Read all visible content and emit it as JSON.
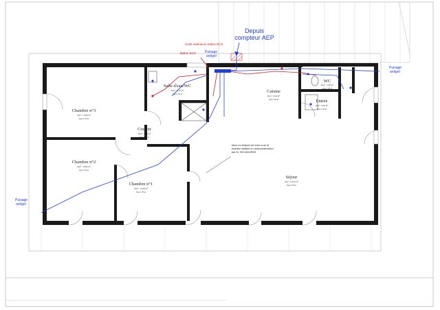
{
  "top_annotation": {
    "line1": "Depuis",
    "line2": "compteur AEP"
  },
  "red_labels": {
    "outdoor_unit": "Unité extérieure ballon ECS",
    "ballon": "Ballon ECS"
  },
  "puisage": {
    "center": {
      "line1": "Puisage",
      "line2": "antigel"
    },
    "right": {
      "line1": "Puisage",
      "line2": "antigel"
    },
    "left": {
      "line1": "Puisage",
      "line2": "antigel"
    }
  },
  "rooms": {
    "sdb": {
      "name": "Salle d'eau/WC",
      "surf": "Surf : 6.70 m²",
      "hsp": "hsp 2.70 m"
    },
    "cuisine": {
      "name": "Cuisine",
      "surf": "Surf : 9.44 m²",
      "hsp": "hsp 2.70 m"
    },
    "wc": {
      "name": "WC",
      "surf": "Surf : 1.83 m²",
      "hsp": "hsp 2.70 m"
    },
    "entree": {
      "name": "Entrée",
      "surf": "Surf : 3.00 m²",
      "hsp": "hsp 2.70 m"
    },
    "chambre3": {
      "name": "Chambre n°3",
      "surf": "Surf : 14.09 m²",
      "hsp": "hsp 2.70 m"
    },
    "couloir": {
      "name": "Couloir",
      "surf": "Surf : 3.86 m²",
      "hsp": "hsp 2.70 m"
    },
    "chambre2": {
      "name": "Chambre n°2",
      "surf": "Surf : 10.62 m²",
      "hsp": "hsp 2.70 m"
    },
    "chambre1": {
      "name": "Chambre n°1",
      "surf": "Surf : 12.99 m²",
      "hsp": "hsp 2.70 m"
    },
    "sejour": {
      "name": "Séjour",
      "surf": "Surf : 34.32 m²",
      "hsp": "hsp 2.70 m"
    }
  },
  "wall_note": {
    "line1": "Murs en briques de terre crue et",
    "line2": "enduits réalisés en autoconstruction",
    "line3": "par M. SECADURAS"
  },
  "colors": {
    "pipe_blue": "#1f3fd6",
    "pipe_red": "#d21e1e",
    "wall": "#1a1a1a"
  }
}
